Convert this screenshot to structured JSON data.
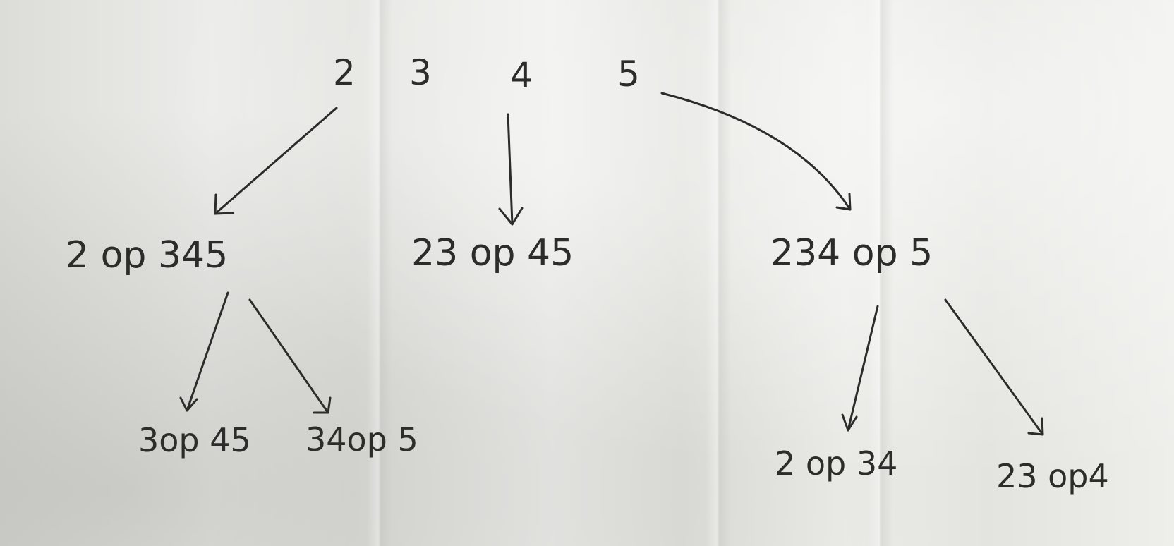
{
  "diagram": {
    "top_row": [
      "2",
      "3",
      "4",
      "5"
    ],
    "middle_row": [
      "2 op 345",
      "23 op 45",
      "234 op 5"
    ],
    "bottom_row": [
      "3op 45",
      "34op 5",
      "2 op 34",
      "23 op4"
    ]
  }
}
